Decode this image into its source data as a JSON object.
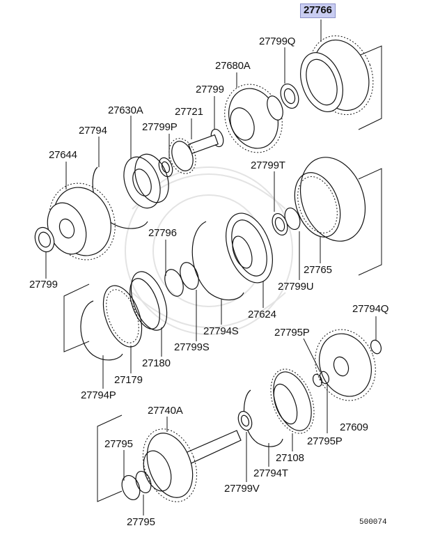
{
  "highlight_color": "#c9cdf2",
  "diagram_code": "500074",
  "labels": {
    "p27766": "27766",
    "p27799Q": "27799Q",
    "p27680A": "27680A",
    "p27799a": "27799",
    "p27721": "27721",
    "p27630A": "27630A",
    "p27799P": "27799P",
    "p27794": "27794",
    "p27644": "27644",
    "p27799b": "27799",
    "p27799T": "27799T",
    "p27796": "27796",
    "p27765": "27765",
    "p27799U": "27799U",
    "p27624": "27624",
    "p27794S": "27794S",
    "p27799S": "27799S",
    "p27180": "27180",
    "p27179": "27179",
    "p27794P": "27794P",
    "p27794Q": "27794Q",
    "p27795P_top": "27795P",
    "p27609": "27609",
    "p27795P_bot": "27795P",
    "p27108": "27108",
    "p27794T": "27794T",
    "p27799V": "27799V",
    "p27740A": "27740A",
    "p27795a": "27795",
    "p27795b": "27795"
  }
}
